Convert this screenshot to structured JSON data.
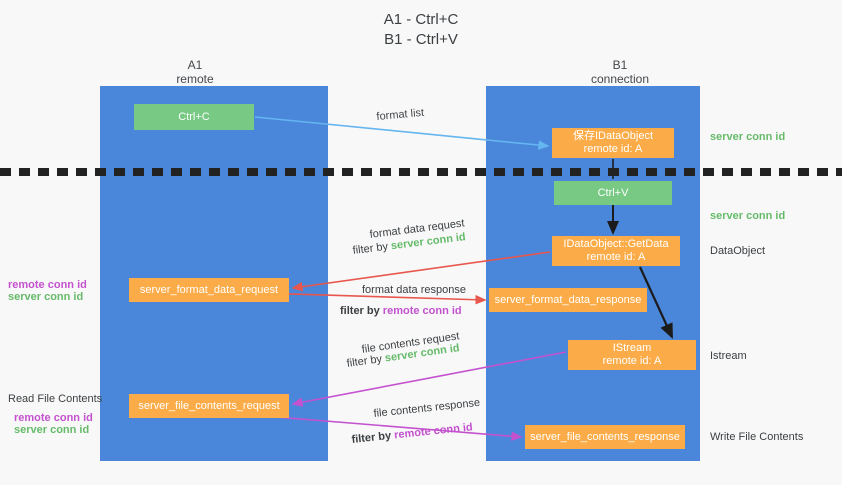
{
  "title": {
    "line1": "A1 - Ctrl+C",
    "line2": "B1 - Ctrl+V"
  },
  "lanes": [
    {
      "id": "a1",
      "name": "A1",
      "role": "remote",
      "color": "#4a86da"
    },
    {
      "id": "b1",
      "name": "B1",
      "role": "connection",
      "color": "#4a86da"
    }
  ],
  "nodes": {
    "ctrl_c": {
      "label": "Ctrl+C",
      "sub": "",
      "color": "#77c983"
    },
    "save_idataobject": {
      "label": "保存IDataObject",
      "sub": "remote id: A",
      "color": "#fbac48"
    },
    "ctrl_v": {
      "label": "Ctrl+V",
      "sub": "",
      "color": "#77c983"
    },
    "getdata": {
      "label": "IDataObject::GetData",
      "sub": "remote id: A",
      "color": "#fbac48"
    },
    "istream": {
      "label": "IStream",
      "sub": "remote id: A",
      "color": "#fbac48"
    },
    "server_format_data_request": {
      "label": "server_format_data_request",
      "color": "#fbac48"
    },
    "server_format_data_response": {
      "label": "server_format_data_response",
      "color": "#fbac48"
    },
    "server_file_contents_request": {
      "label": "server_file_contents_request",
      "color": "#fbac48"
    },
    "server_file_contents_response": {
      "label": "server_file_contents_response",
      "color": "#fbac48"
    }
  },
  "edge_labels": {
    "format_list": "format list",
    "format_data_request": "format data request",
    "filter_by": "filter by",
    "server_conn_id": "server conn id",
    "remote_conn_id": "remote conn id",
    "format_data_response": "format data response",
    "file_contents_request": "file contents request",
    "file_contents_response": "file contents response"
  },
  "right_labels": {
    "server_conn_id_top": "server conn id",
    "server_conn_id_mid": "server conn id",
    "dataobject": "DataObject",
    "istream": "Istream",
    "write_file_contents": "Write File Contents"
  },
  "left_labels": {
    "remote_conn_id_1": "remote conn id",
    "server_conn_id_1": "server conn id",
    "read_file_contents": "Read File Contents",
    "remote_conn_id_2": "remote conn id",
    "server_conn_id_2": "server conn id"
  },
  "colors": {
    "lane": "#4a86da",
    "green_node": "#77c983",
    "orange_node": "#fbac48",
    "green_text": "#66bb6a",
    "magenta_text": "#c452cf",
    "arrow_blue": "#64b5f0",
    "arrow_red": "#e8574d",
    "arrow_magenta": "#c452cf",
    "arrow_black": "#1b1b1b",
    "background": "#f8f8f8",
    "dashed_line": "#222222"
  }
}
